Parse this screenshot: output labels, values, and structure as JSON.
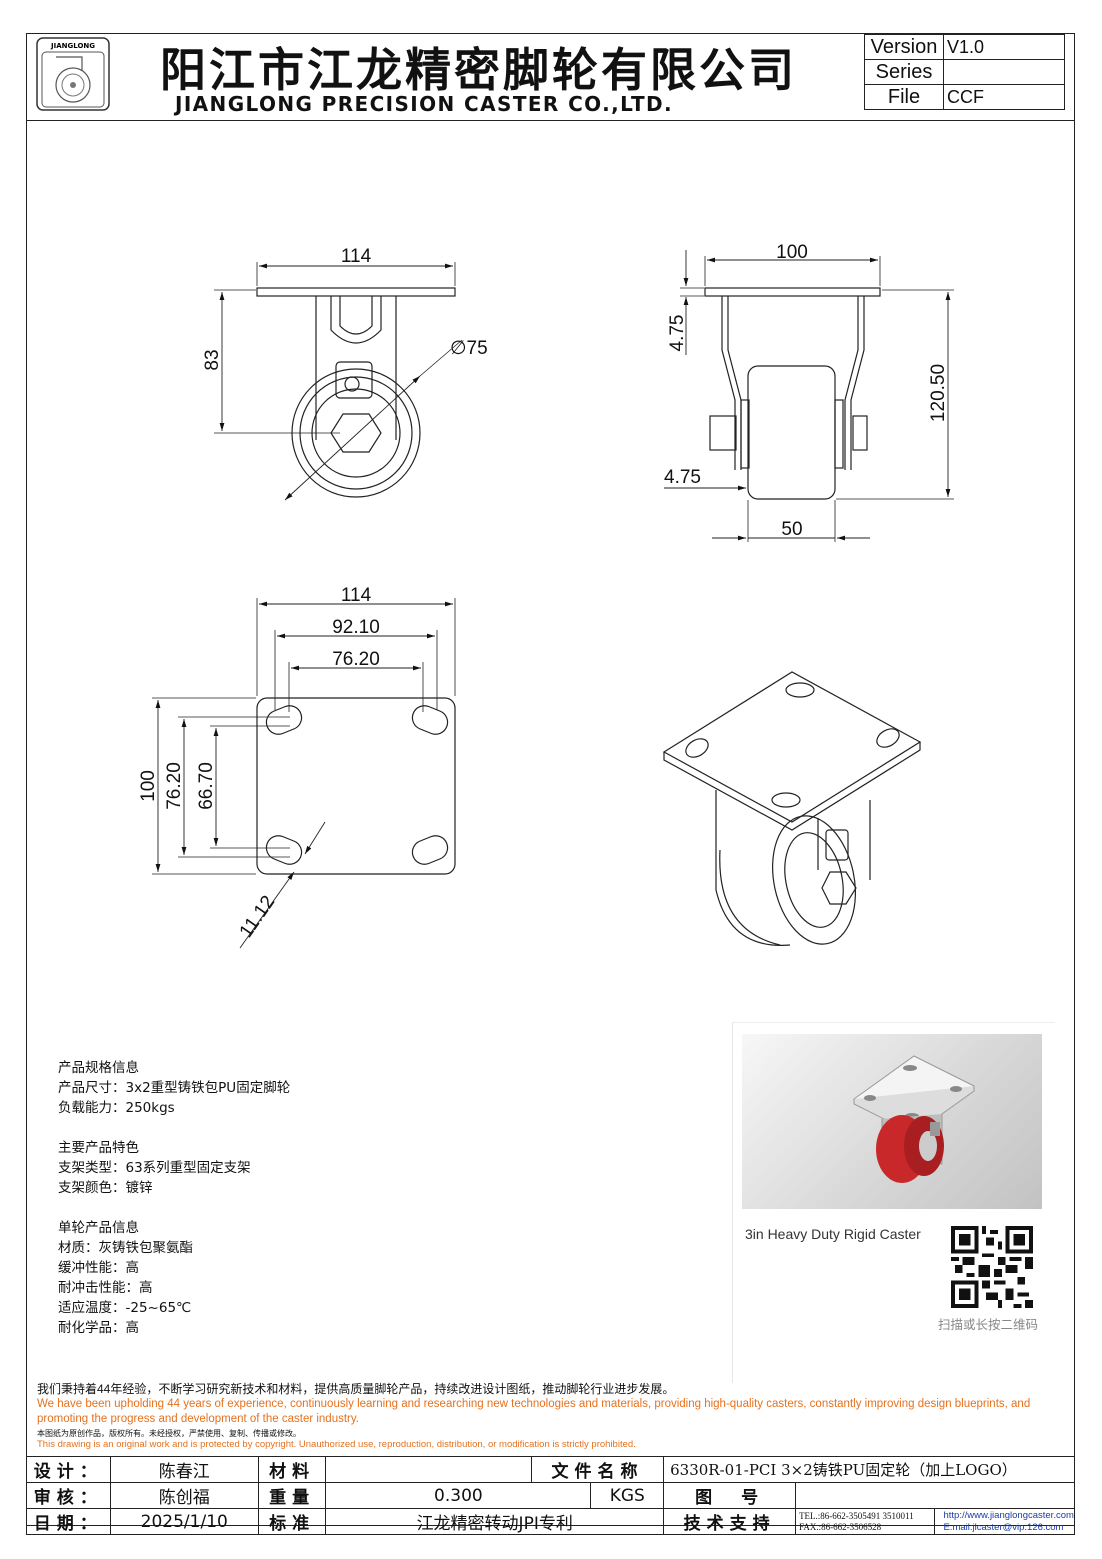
{
  "header": {
    "logo_text": "JIANGLONG",
    "company_cn": "阳江市江龙精密脚轮有限公司",
    "company_en": "JIANGLONG PRECISION CASTER CO.,LTD.",
    "version_label": "Version",
    "version_value": "V1.0",
    "series_label": "Series",
    "series_value": "",
    "file_label": "File",
    "file_value": "CCF"
  },
  "dims": {
    "front_width": "114",
    "front_height": "83",
    "wheel_diameter": "∅75",
    "side_width": "100",
    "side_offset_top": "4.75",
    "side_offset_bottom": "4.75",
    "side_height": "120.50",
    "wheel_width": "50",
    "plate_width": "114",
    "hole_span_outer": "92.10",
    "hole_span_inner": "76.20",
    "plate_height": "100",
    "hole_vspan_outer": "76.20",
    "hole_vspan_inner": "66.70",
    "slot_width": "11.12"
  },
  "specs": {
    "group1_title": "产品规格信息",
    "size": "产品尺寸：3x2重型铸铁包PU固定脚轮",
    "load": "负载能力：250kgs",
    "group2_title": "主要产品特色",
    "bracket_type": "支架类型：63系列重型固定支架",
    "bracket_color": "支架颜色：镀锌",
    "group3_title": "单轮产品信息",
    "material": "材质：灰铸铁包聚氨酯",
    "cushion": "缓冲性能：高",
    "impact": "耐冲击性能：高",
    "temperature": "适应温度：-25~65℃",
    "chemical": "耐化学品：高"
  },
  "photo": {
    "caption": "3in Heavy Duty Rigid Caster",
    "qr_caption": "扫描或长按二维码",
    "wheel_color": "#c8282a"
  },
  "statement": {
    "cn": "我们秉持着44年经验，不断学习研究新技术和材料，提供高质量脚轮产品，持续改进设计图纸，推动脚轮行业进步发展。",
    "en": "We have been upholding 44 years of experience, continuously learning and researching new technologies and materials, providing high-quality casters, constantly improving design blueprints, and promoting the progress and development of the caster industry.",
    "cn_legal": "本图纸为原创作品，版权所有。未经授权，严禁使用、复制、传播或修改。",
    "en_legal": "This drawing is an original work and is protected by copyright. Unauthorized use, reproduction, distribution, or modification is strictly prohibited.",
    "accent_color": "#e5721f"
  },
  "title_block": {
    "design_label": "设计：",
    "designer": "陈春江",
    "material_label": "材料",
    "material_value": "",
    "filename_label": "文件名称",
    "filename_value": "6330R-01-PCI 3×2铸铁PU固定轮（加上LOGO）",
    "review_label": "审核：",
    "reviewer": "陈创福",
    "weight_label": "重量",
    "weight_value": "0.300",
    "weight_unit": "KGS",
    "drawing_no_label": "图　号",
    "drawing_no_value": "",
    "date_label": "日期：",
    "date_value": "2025/1/10",
    "standard_label": "标准",
    "standard_value": "江龙精密转动JPI专利",
    "support_label": "技术支持",
    "tel": "TEL.:86-662-3505491 3510011",
    "fax": "FAX.:86-662-3506528",
    "website": "http://www.jianglongcaster.com",
    "email": "E.mail:jlcaster@vip.126.com"
  }
}
